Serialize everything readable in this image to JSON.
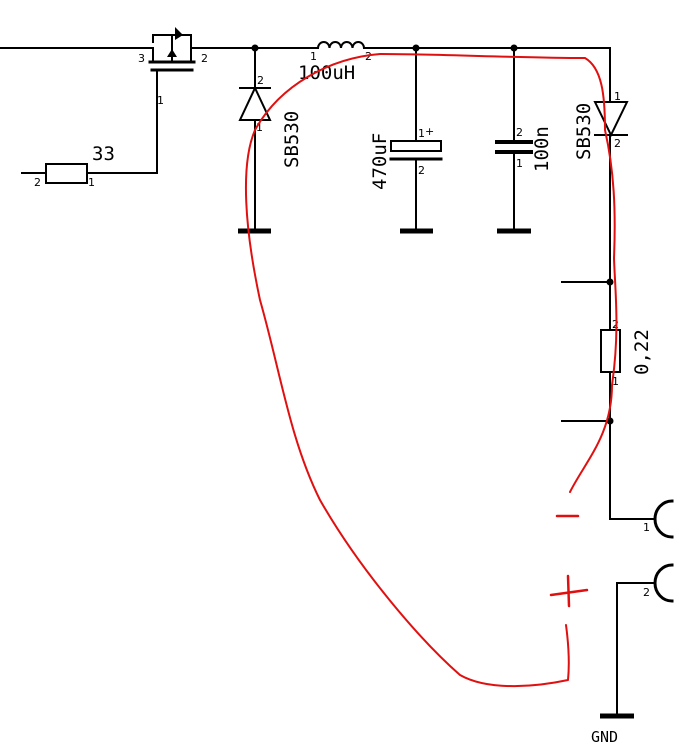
{
  "components": {
    "mosfet": {
      "pin_gate": "1",
      "pin_left": "3",
      "pin_right": "2"
    },
    "gate_resistor": {
      "value": "33",
      "pin_left": "2",
      "pin_right": "1"
    },
    "diode_left": {
      "label": "SB530",
      "pin_top": "2",
      "pin_bottom": "1"
    },
    "inductor": {
      "value": "100uH",
      "pin_left": "1",
      "pin_right": "2"
    },
    "electrolytic_cap": {
      "value": "470uF",
      "pin_plus": "1",
      "plus_sign": "+",
      "pin_bottom": "2"
    },
    "ceramic_cap": {
      "value": "100n",
      "pin_top": "2",
      "pin_bottom": "1"
    },
    "diode_right": {
      "label": "SB530",
      "pin_top": "1",
      "pin_bottom": "2"
    },
    "shunt_resistor": {
      "value": "0,22",
      "pin_top": "2",
      "pin_bottom": "1"
    },
    "connector": {
      "pin1": "1",
      "pin2": "2"
    },
    "ground_label": "GND"
  },
  "annotations": {
    "minus": "−",
    "plus": "+"
  },
  "colors": {
    "wire": "#000000",
    "annotation": "#e01010",
    "background": "#ffffff"
  }
}
